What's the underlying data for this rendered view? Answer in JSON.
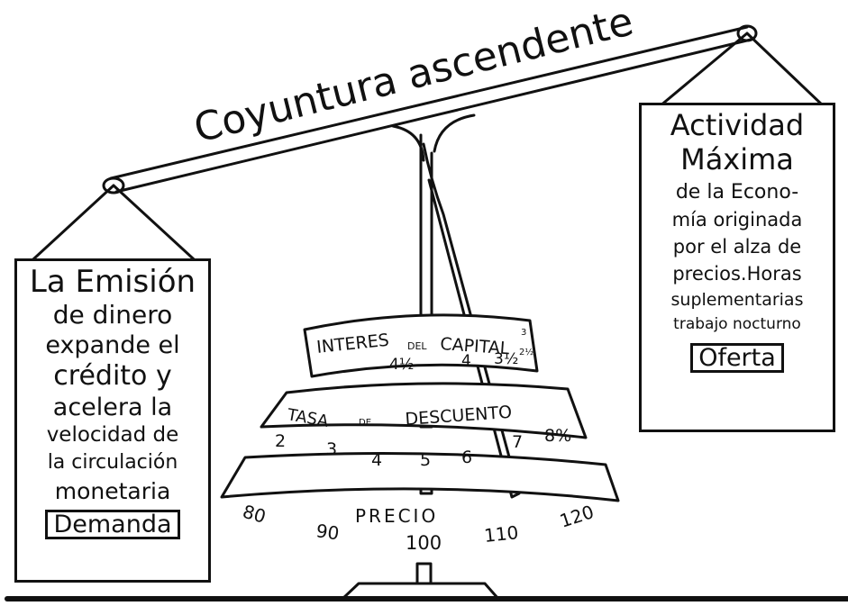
{
  "title": "Coyuntura ascendente",
  "left_card": {
    "lines": [
      "La Emisión",
      "de dinero",
      "expande el",
      "crédito y",
      "acelera la",
      "velocidad de",
      "la circulación",
      "monetaria"
    ],
    "tag": "Demanda"
  },
  "right_card": {
    "lines": [
      "Actividad",
      "Máxima",
      "de la Econo-",
      "mía originada",
      "por el alza de",
      "precios.Horas",
      "suplementarias",
      "trabajo nocturno"
    ],
    "tag": "Oferta"
  },
  "scales": {
    "interes": {
      "label_parts": [
        "INTERES",
        "DEL",
        "CAPITAL"
      ],
      "ticks": [
        "4½",
        "4",
        "3½",
        "3",
        "2½"
      ]
    },
    "descuento": {
      "label_parts": [
        "TASA",
        "DE",
        "DESCUENTO"
      ],
      "ticks": [
        "2",
        "3",
        "4",
        "5",
        "6",
        "7",
        "8%"
      ]
    },
    "precio": {
      "label": "PRECIO",
      "ticks": [
        "80",
        "90",
        "100",
        "110",
        "120"
      ]
    }
  },
  "colors": {
    "ink": "#111111",
    "paper": "#ffffff"
  }
}
